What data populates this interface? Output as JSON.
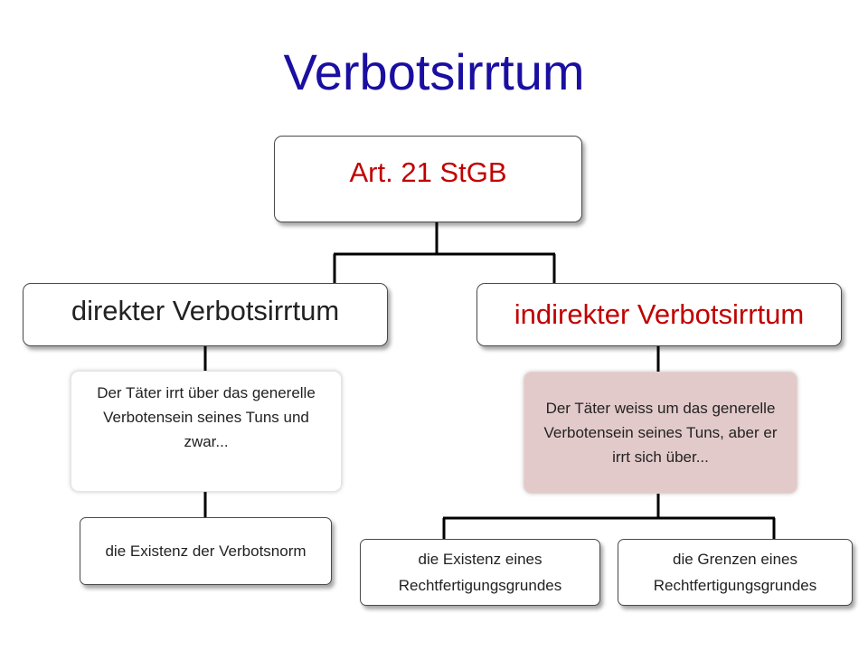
{
  "slide": {
    "title": "Verbotsirrtum"
  },
  "diagram": {
    "root": {
      "label": "Art. 21 StGB",
      "label_color": "#c00000"
    },
    "branches": {
      "direct": {
        "label": "direkter Verbotsirrtum",
        "label_color": "#222222",
        "description": "Der Täter irrt über das generelle Verbotensein seines Tuns und zwar...",
        "children": [
          "die Existenz der Verbotsnorm"
        ]
      },
      "indirect": {
        "label": "indirekter Verbotsirrtum",
        "label_color": "#c00000",
        "description": "Der Täter weiss um das generelle Verbotensein seines Tuns, aber er irrt sich über...",
        "description_fill": "#e3caca",
        "children": [
          "die Existenz eines Rechtfertigungsgrundes",
          "die Grenzen eines Rechtfertigungsgrundes"
        ]
      }
    },
    "colors": {
      "title": "#1a0fa0",
      "connector": "#000000",
      "accent_red": "#c00000"
    }
  }
}
